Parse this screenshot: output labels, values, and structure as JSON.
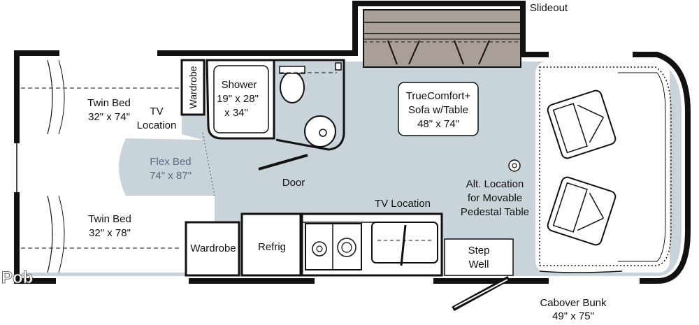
{
  "labels": {
    "slideout": "Slideout",
    "twin_bed_top_name": "Twin Bed",
    "twin_bed_top_size": "32\" x 74\"",
    "wardrobe_top": "Wardrobe",
    "tv_location_1a": "TV",
    "tv_location_1b": "Location",
    "shower_name": "Shower",
    "shower_size_1": "19\" x 28\"",
    "shower_size_2": "x 34\"",
    "sofa_1": "TrueComfort+",
    "sofa_2": "Sofa w/Table",
    "sofa_3": "48\" x 74\"",
    "flex_bed_name": "Flex Bed",
    "flex_bed_size": "74\" x 87\"",
    "door": "Door",
    "alt_location_1": "Alt. Location",
    "alt_location_2": "for Movable",
    "alt_location_3": "Pedestal Table",
    "tv_location_2": "TV Location",
    "twin_bed_bottom_name": "Twin Bed",
    "twin_bed_bottom_size": "32\" x 78\"",
    "wardrobe_bottom": "Wardrobe",
    "refrig": "Refrig",
    "step_1": "Step",
    "step_2": "Well",
    "cabover_1": "Cabover Bunk",
    "cabover_2": "49\" x 75\"",
    "watermark": "Pob"
  },
  "colors": {
    "floor": "#c9d3da",
    "slideout_fill": "#a99e98",
    "wall": "#111111",
    "furniture": "#ffffff"
  }
}
